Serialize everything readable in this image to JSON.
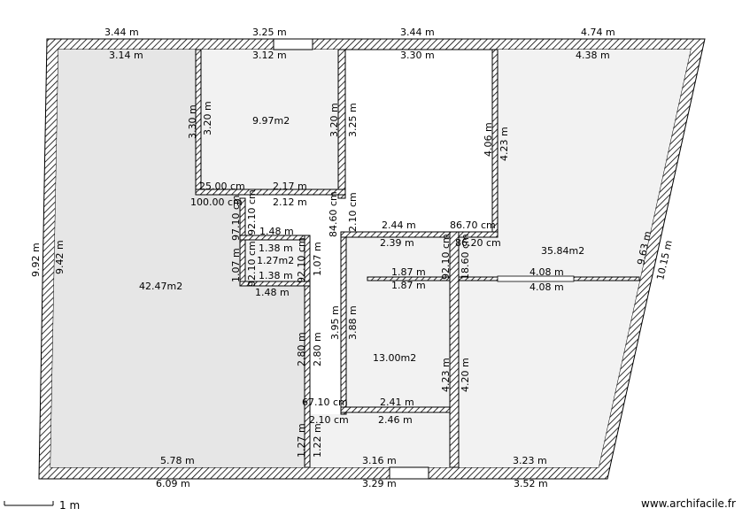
{
  "colors": {
    "wall_hatch": "#000000",
    "room_grey": "#e6e6e6",
    "room_light": "#f2f2f2",
    "background": "#ffffff"
  },
  "rooms": {
    "living": "42.47m2",
    "top_room": "9.97m2",
    "small_room": "1.27m2",
    "center_room": "13.00m2",
    "right_room": "35.84m2"
  },
  "dims": {
    "top_outer_1": "3.44 m",
    "top_outer_2": "3.25 m",
    "top_outer_3": "3.44 m",
    "top_outer_4": "4.74 m",
    "top_inner_1": "3.14 m",
    "top_inner_2": "3.12 m",
    "top_inner_3": "3.30 m",
    "top_inner_4": "4.38 m",
    "left_outer": "9.92 m",
    "left_inner": "9.42 m",
    "right_outer": "10.15 m",
    "right_inner": "9.63 m",
    "room2_left_a": "3.30 m",
    "room2_left_b": "3.20 m",
    "room2_right_a": "3.20 m",
    "room2_right_b": "3.25 m",
    "col_a": "4.06 m",
    "col_b": "4.23 m",
    "wall_25": "25.00 cm",
    "wall_100": "100.00 cm",
    "dim_217": "2.17 m",
    "dim_212": "2.12 m",
    "v_9710": "97.10 cm",
    "v_9210a": "92.10 cm",
    "v_8460": "84.60 cm",
    "v_210": "2.10 cm",
    "dim_244": "2.44 m",
    "dim_8670": "86.70 cm",
    "dim_239": "2.39 m",
    "dim_8620": "86.20 cm",
    "dim_148a": "1.48 m",
    "dim_138a": "1.38 m",
    "dim_138b": "1.38 m",
    "dim_148b": "1.48 m",
    "v_107a": "1.07 m",
    "v_9210b": "92.10 cm",
    "v_9210c": "92.10 cm",
    "v_107b": "1.07 m",
    "v_9210d": "92.10 cm",
    "v_8600": "18.60 cm",
    "dim_187a": "1.87 m",
    "dim_187b": "1.87 m",
    "dim_408a": "4.08 m",
    "dim_408b": "4.08 m",
    "v_395": "3.95 m",
    "v_388": "3.88 m",
    "v_280a": "2.80 m",
    "v_280b": "2.80 m",
    "v_423": "4.23 m",
    "v_420": "4.20 m",
    "dim_6710": "67.10 cm",
    "dim_241": "2.41 m",
    "dim_210b": "2.10 cm",
    "dim_246": "2.46 m",
    "v_127": "1.27 m",
    "v_122": "1.22 m",
    "bottom_inner_1": "5.78 m",
    "bottom_inner_2": "3.16 m",
    "bottom_inner_3": "3.23 m",
    "bottom_outer_1": "6.09 m",
    "bottom_outer_2": "3.29 m",
    "bottom_outer_3": "3.52 m"
  },
  "footer": {
    "scale_label": "1 m",
    "watermark": "www.archifacile.fr"
  }
}
